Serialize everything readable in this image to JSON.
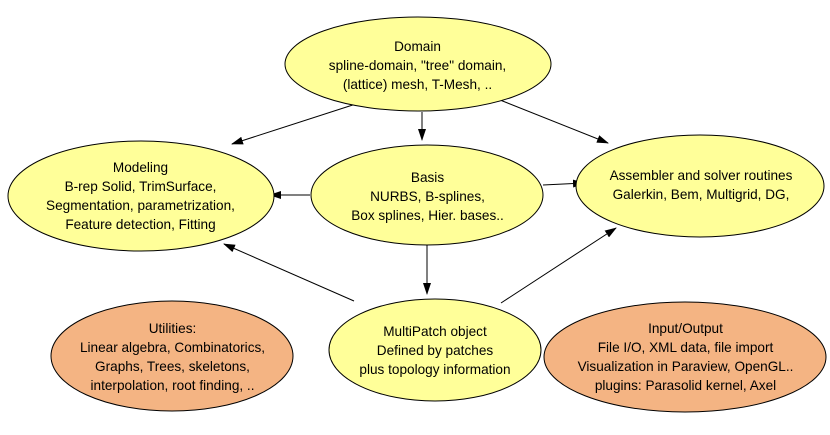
{
  "colors": {
    "core_fill": "#ffff99",
    "support_fill": "#f4b483",
    "stroke": "#000000",
    "edge": "#000000"
  },
  "nodes": {
    "domain": {
      "fill": "core",
      "lines": [
        "Domain",
        "spline-domain, \"tree\" domain,",
        "(lattice) mesh, T-Mesh, .."
      ]
    },
    "modeling": {
      "fill": "core",
      "lines": [
        "Modeling",
        "B-rep Solid, TrimSurface,",
        "Segmentation, parametrization,",
        "Feature detection, Fitting"
      ]
    },
    "basis": {
      "fill": "core",
      "lines": [
        "Basis",
        "NURBS, B-splines,",
        "Box splines, Hier. bases.."
      ]
    },
    "assembler": {
      "fill": "core",
      "lines": [
        "Assembler  and solver routines",
        "Galerkin, Bem, Multigrid, DG,"
      ]
    },
    "multipatch": {
      "fill": "core",
      "lines": [
        "MultiPatch object",
        "Defined by patches",
        "plus topology information"
      ]
    },
    "utilities": {
      "fill": "support",
      "lines": [
        "Utilities:",
        "Linear algebra, Combinatorics,",
        "Graphs, Trees, skeletons,",
        "interpolation, root finding, .."
      ]
    },
    "io": {
      "fill": "support",
      "lines": [
        "Input/Output",
        "File I/O, XML data, file import",
        "Visualization in Paraview, OpenGL..",
        "plugins: Parasolid kernel, Axel"
      ]
    }
  },
  "edges": [
    {
      "from": "domain",
      "to": "modeling"
    },
    {
      "from": "domain",
      "to": "basis"
    },
    {
      "from": "domain",
      "to": "assembler"
    },
    {
      "from": "basis",
      "to": "modeling"
    },
    {
      "from": "basis",
      "to": "assembler"
    },
    {
      "from": "basis",
      "to": "multipatch"
    },
    {
      "from": "multipatch",
      "to": "modeling"
    },
    {
      "from": "multipatch",
      "to": "assembler"
    }
  ]
}
